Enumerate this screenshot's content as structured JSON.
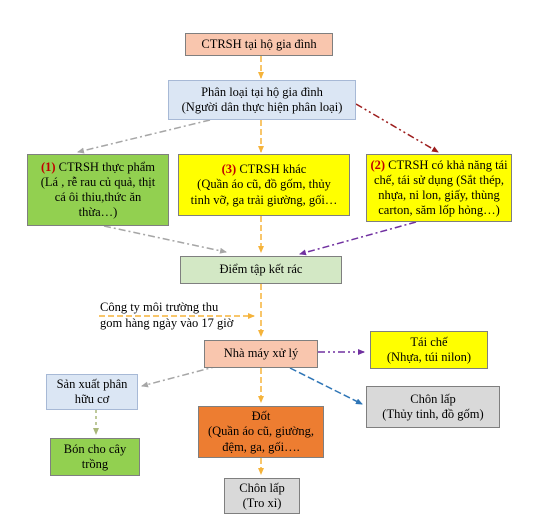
{
  "nodes": {
    "household": {
      "text": "CTRSH tại hộ gia đình"
    },
    "sorting": {
      "line1": "Phân loại tại hộ gia đình",
      "line2": "(Người dân thực hiện phân loại)"
    },
    "food": {
      "num": "(1)",
      "title": " CTRSH thực phẩm",
      "line2": "(Lá , rễ rau củ quả, thịt",
      "line3": "cá ôi thiu,thức ăn",
      "line4": "thừa…)"
    },
    "other": {
      "num": "(3)",
      "title": " CTRSH khác",
      "line2": "(Quần áo cũ, đồ gốm, thủy",
      "line3": "tinh vỡ, ga trải giường, gối…"
    },
    "recyclable": {
      "num": "(2)",
      "title": " CTRSH có khả năng tái",
      "line2": "chế, tái sử dụng (Sắt thép,",
      "line3": "nhựa, ni lon, giấy, thùng",
      "line4": "carton, săm lốp hỏng…)"
    },
    "collection_point": {
      "text": "Điểm tập kết rác"
    },
    "company_note": {
      "line1": "Công ty môi trường thu",
      "line2": "gom hàng ngày vào 17 giờ"
    },
    "plant": {
      "text": "Nhà máy xử lý"
    },
    "recycle": {
      "line1": "Tái chế",
      "line2": "(Nhựa, túi nilon)"
    },
    "compost": {
      "line1": "Sản xuất phân",
      "line2": "hữu cơ"
    },
    "burn": {
      "line1": "Đốt",
      "line2": "(Quần áo cũ, giường,",
      "line3": "đệm, ga, gối…."
    },
    "landfill_glass": {
      "line1": "Chôn lấp",
      "line2": "(Thủy tinh, đồ gốm)"
    },
    "fertilize": {
      "line1": "Bón cho cây",
      "line2": "trồng"
    },
    "landfill_ash": {
      "line1": "Chôn lấp",
      "line2": "(Tro xỉ)"
    }
  },
  "colors": {
    "arrow_orange": "#f5b33a",
    "arrow_grey": "#a6a6a6",
    "arrow_darkred": "#9c1c1c",
    "arrow_purple": "#7030a0",
    "arrow_blue": "#2e75b6",
    "arrow_olive": "#a9b77a"
  }
}
